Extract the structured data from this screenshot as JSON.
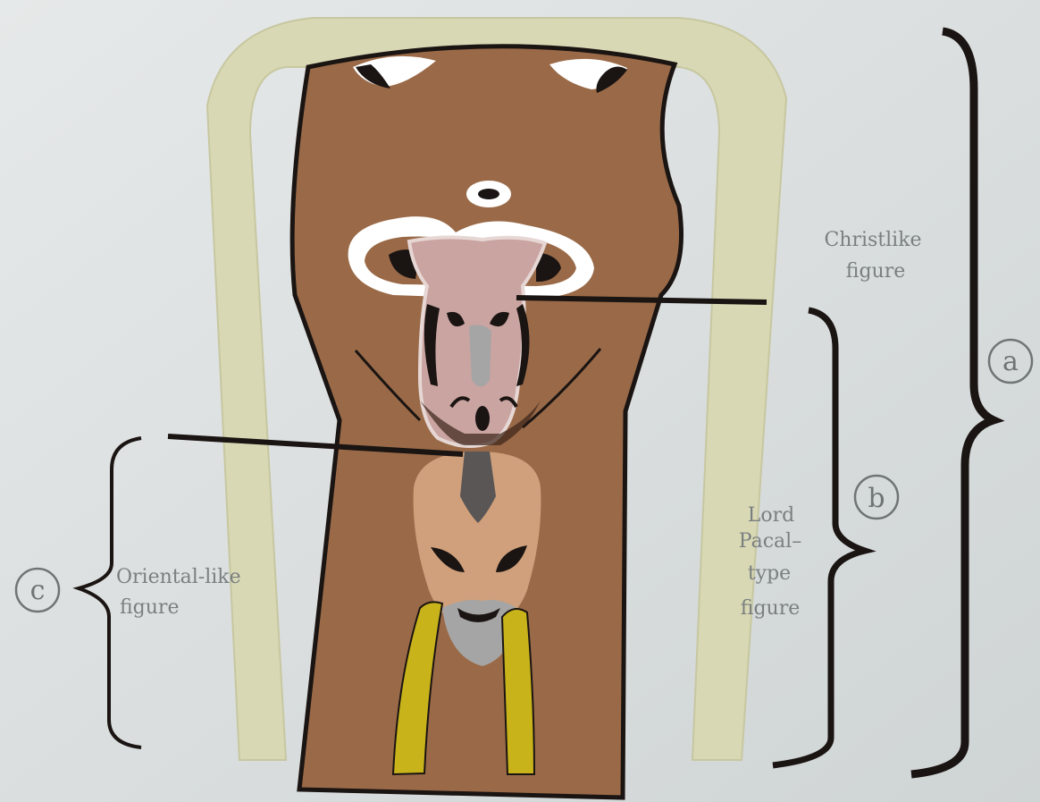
{
  "labels": {
    "a": "a",
    "b": "b",
    "c": "c",
    "christlike": [
      "Christlike",
      "figure"
    ],
    "lord_pacal": [
      "Lord",
      "Pacal–",
      "type",
      "figure"
    ],
    "oriental": [
      "Oriental-like",
      "figure"
    ]
  },
  "colors": {
    "background": "#dfe3e3",
    "hood": "#d8d8b4",
    "body": "#9a6a48",
    "outline": "#1a1412",
    "pink_face": "#caa4a1",
    "tan_face": "#cfa07b",
    "grey": "#a5a5a5",
    "yellow": "#c8b31a",
    "label_text": "#7a7f80"
  }
}
